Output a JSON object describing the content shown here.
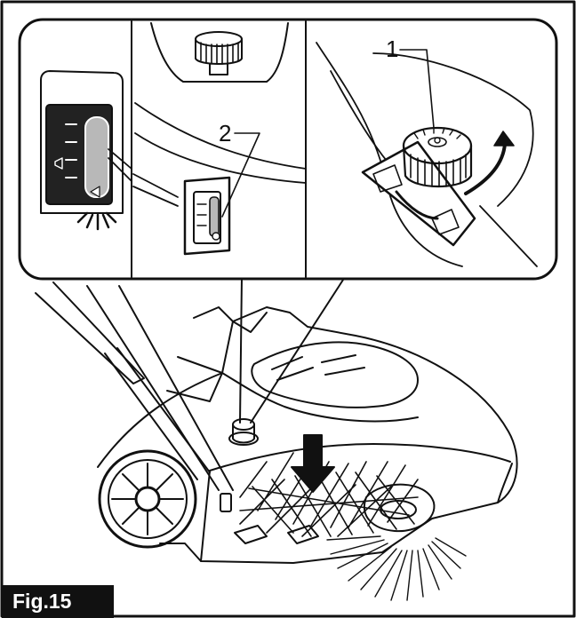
{
  "figure": {
    "label": "Fig.15",
    "callouts": [
      {
        "id": "1",
        "text": "1"
      },
      {
        "id": "2",
        "text": "2"
      }
    ]
  },
  "colors": {
    "ink": "#111111",
    "paper": "#ffffff",
    "gauge_gray": "#b8b8b8",
    "gauge_dark": "#222222"
  }
}
